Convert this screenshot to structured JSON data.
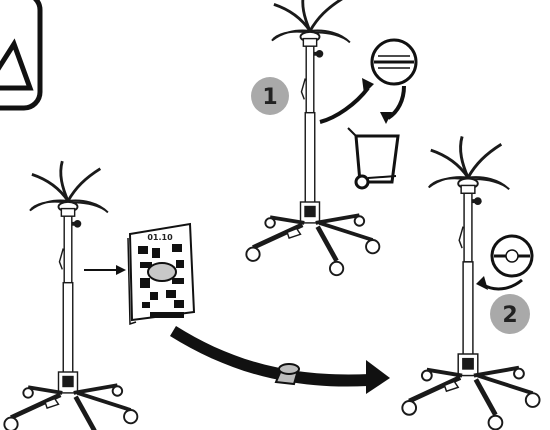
{
  "steps": [
    {
      "number": "1"
    },
    {
      "number": "2"
    }
  ],
  "manual": {
    "code": "01.10"
  },
  "colors": {
    "line": "#1a1a1a",
    "step_circle": "#a9a9a9",
    "step_text": "#1f1f1f",
    "plug": "#bdbdbd",
    "arrow_band": "#111111"
  },
  "icons": [
    "warning-triangle-icon",
    "oil-plug-icon",
    "oil-disposal-bin-icon",
    "manual-icon",
    "funnel-icon",
    "transmission-jack-icon"
  ]
}
